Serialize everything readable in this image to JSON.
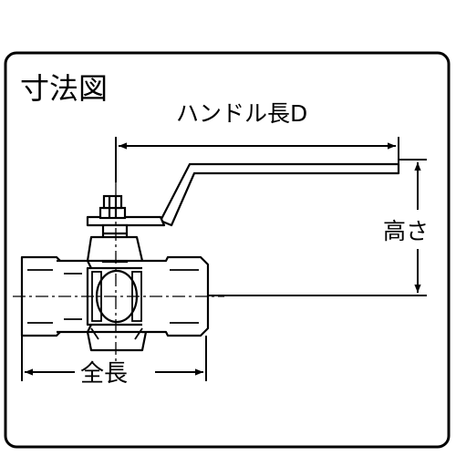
{
  "title": "寸法図",
  "labels": {
    "handle_length": "ハンドル長D",
    "height": "高さ",
    "total_length": "全長"
  }
}
